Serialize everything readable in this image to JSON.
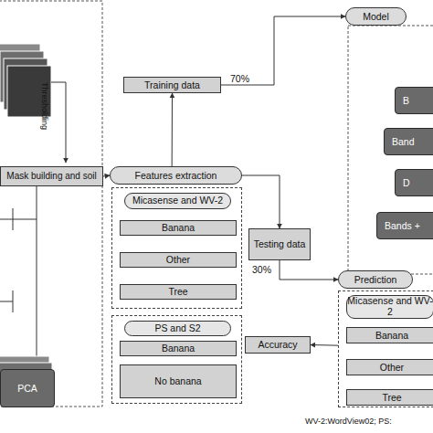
{
  "diagram": {
    "nodes": [
      {
        "text": [
          "Mask building and soil"
        ]
      },
      {
        "text": [
          "PCA"
        ]
      },
      {
        "text": [
          "Training data"
        ]
      },
      {
        "text": [
          "Features extraction"
        ]
      },
      {
        "text": [
          "Micasense and WV-2"
        ]
      },
      {
        "text": [
          "Banana"
        ],
        "in": 4
      },
      {
        "text": [
          "Other"
        ],
        "in": 4
      },
      {
        "text": [
          "Tree"
        ],
        "in": 4
      },
      {
        "text": [
          "PS and S2"
        ]
      },
      {
        "text": [
          "Banana"
        ],
        "in": 8
      },
      {
        "text": [
          "No banana"
        ],
        "in": 8
      },
      {
        "text": [
          "Testing data"
        ]
      },
      {
        "text": [
          "Model"
        ]
      },
      {
        "text": [
          "B"
        ]
      },
      {
        "text": [
          "Band"
        ]
      },
      {
        "text": [
          "D"
        ]
      },
      {
        "text": [
          "Bands +"
        ]
      },
      {
        "text": [
          "Prediction"
        ]
      },
      {
        "text": [
          "Micasense and WV-2"
        ]
      },
      {
        "text": [
          "Banana"
        ],
        "in": 18
      },
      {
        "text": [
          "Other"
        ],
        "in": 18
      },
      {
        "text": [
          "Tree"
        ],
        "in": 18
      },
      {
        "text": [
          "Accuracy"
        ]
      }
    ],
    "edges": [
      {
        "from": 0,
        "to": 3,
        "arrow": "to"
      },
      {
        "from": 3,
        "to": 2,
        "arrow": "to"
      },
      {
        "from": 2,
        "to": 12,
        "label": "70%",
        "arrow": "to"
      },
      {
        "from": 3,
        "to": 11,
        "arrow": "to"
      },
      {
        "from": 11,
        "to": 17,
        "label": "30%",
        "arrow": "to"
      },
      {
        "from": 18,
        "to": 22,
        "arrow": "to"
      }
    ],
    "labels": [
      "Thresholding",
      "WV-2:WordView02;  PS:"
    ]
  }
}
